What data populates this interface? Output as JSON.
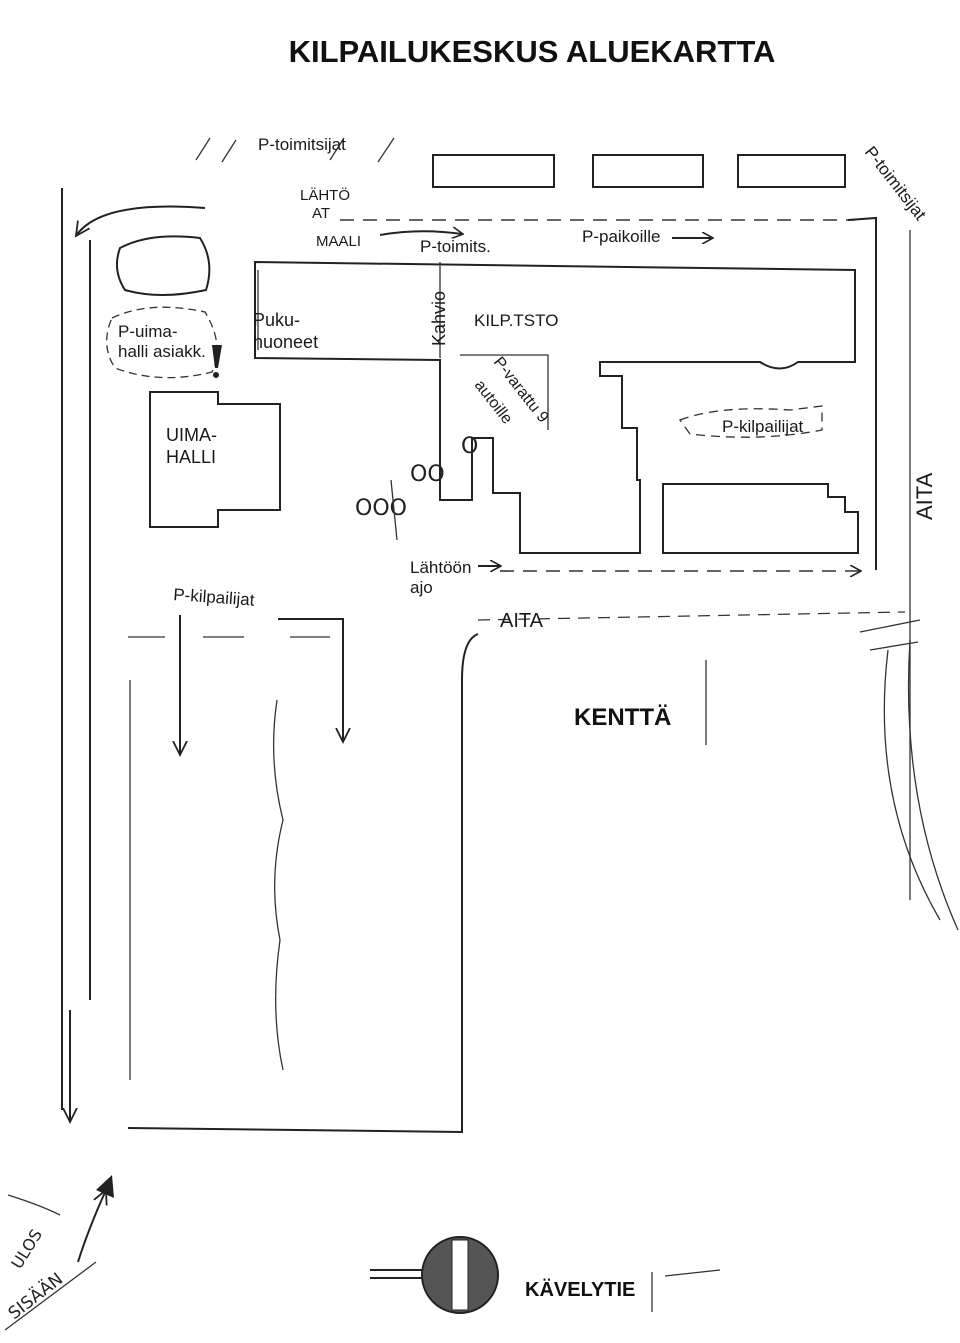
{
  "title": "KILPAILUKESKUS ALUEKARTTA",
  "labels": {
    "p_toimitsijat_top": "P-toimitsijat",
    "lahto_at": "LÄHTÖ\nAT",
    "maali": "MAALI",
    "p_toimits": "P-toimits.",
    "p_paikoille": "P-paikoille",
    "p_toimitsijat_right": "P-toimitsijat",
    "p_uimahalli": "P-uima-\nhalli asiakk.",
    "puku": "Puku-\nhuoneet",
    "kahvio": "Kahvio",
    "kilp_tsto": "KILP.TSTO",
    "p_varattu": "P-varattu 9",
    "autoille": "autoille",
    "uimahalli": "UIMA-\nHALLI",
    "p_kilpailijat_right": "P-kilpailijat",
    "aita_right": "AITA",
    "lahtoon_ajo": "Lähtöön\najo",
    "p_kilpailijat_left": "P-kilpailijat",
    "aita_bottom": "AITA",
    "kentta": "KENTTÄ",
    "ulos": "ULOS",
    "sisaan": "SISÄÄN",
    "kavelytie": "KÄVELYTIE",
    "oo": "OO",
    "ooo": "OOO",
    "o": "O"
  },
  "colors": {
    "ink": "#222222",
    "background": "#ffffff"
  },
  "icons": {
    "no_entry": "no-entry-sign-icon"
  }
}
